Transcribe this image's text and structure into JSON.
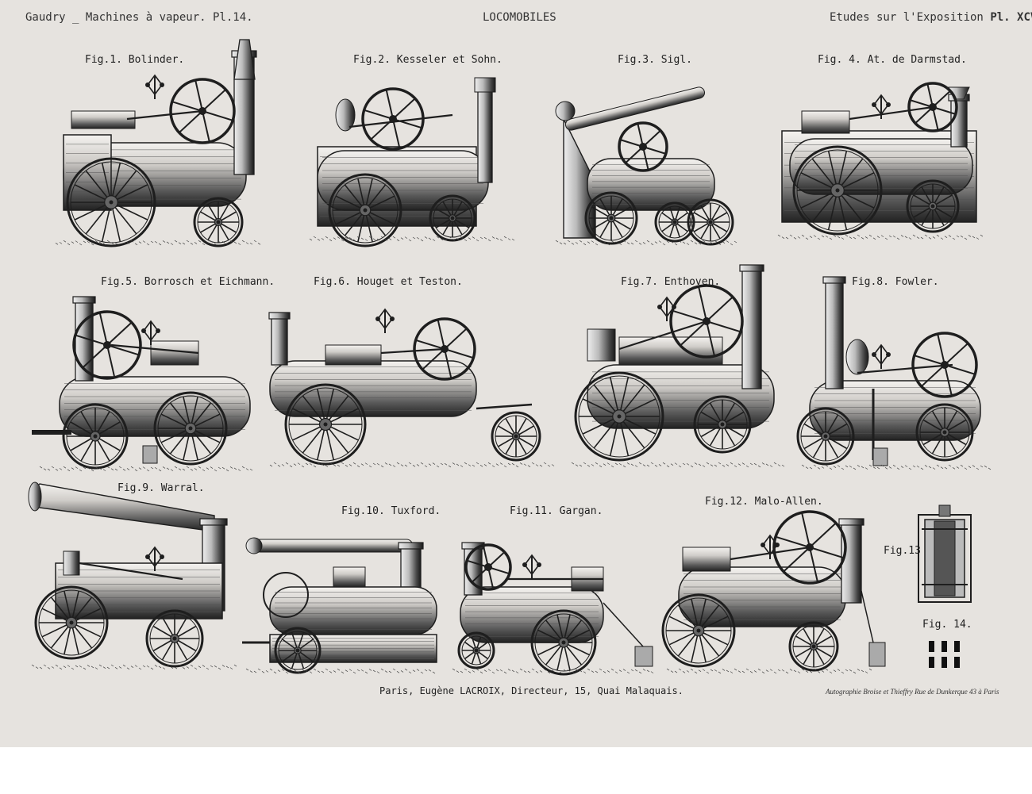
{
  "header": {
    "left": "Gaudry _ Machines à vapeur. Pl.14.",
    "center": "LOCOMOBILES",
    "right_prefix": "Etudes sur l'Exposition",
    "right_plate": "Pl. XCVIII"
  },
  "figures": [
    {
      "label": "Fig.1. Bolinder."
    },
    {
      "label": "Fig.2. Kesseler et Sohn."
    },
    {
      "label": "Fig.3. Sigl."
    },
    {
      "label": "Fig. 4. At. de Darmstad."
    },
    {
      "label": "Fig.5. Borrosch et Eichmann."
    },
    {
      "label": "Fig.6. Houget et Teston."
    },
    {
      "label": "Fig.7. Enthoven."
    },
    {
      "label": "Fig.8. Fowler."
    },
    {
      "label": "Fig.9. Warral."
    },
    {
      "label": "Fig.10. Tuxford."
    },
    {
      "label": "Fig.11. Gargan."
    },
    {
      "label": "Fig.12. Malo-Allen."
    },
    {
      "label": "Fig.13"
    },
    {
      "label": "Fig. 14."
    }
  ],
  "footer": {
    "publisher": "Paris, Eugène LACROIX, Directeur, 15, Quai Malaquais.",
    "printer": "Autographie Broise et Thieffry Rue de Dunkerque 43 à Paris"
  },
  "colors": {
    "paper": "#e6e3df",
    "ink": "#1e1e1e"
  }
}
